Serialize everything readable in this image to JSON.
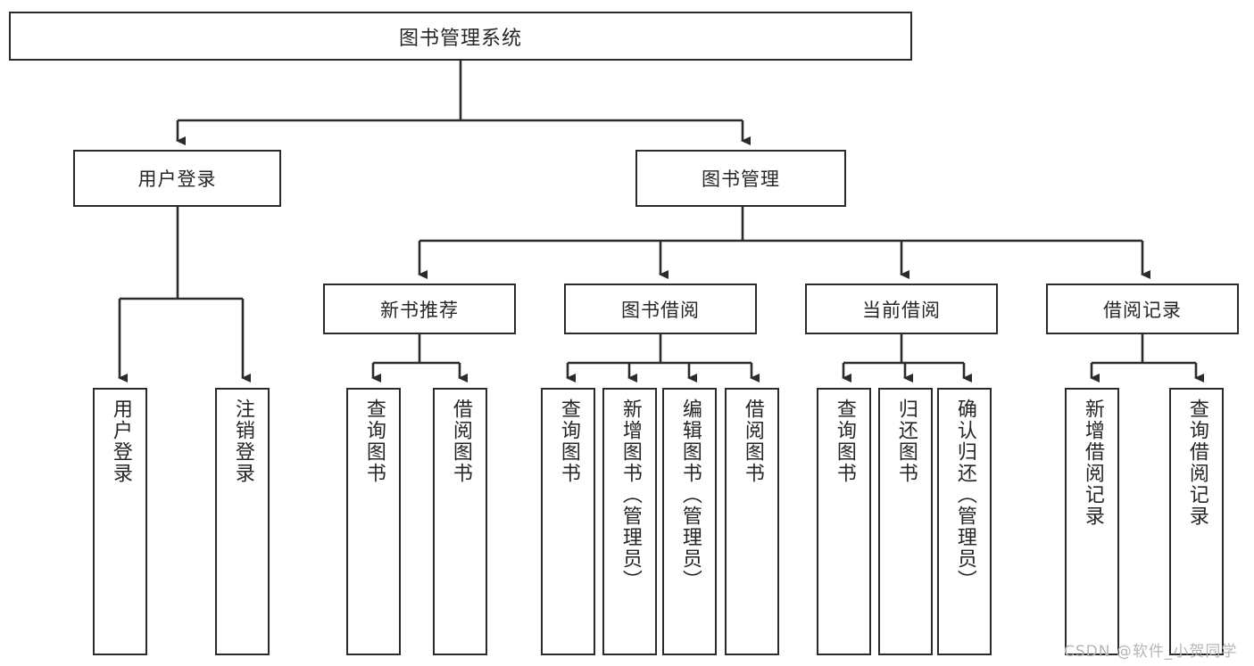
{
  "diagram": {
    "type": "tree",
    "title_node": "图书管理系统",
    "watermark": "CSDN @软件_小贺同学",
    "colors": {
      "stroke": "#2b2b2b",
      "fill": "#ffffff",
      "text": "#262626",
      "watermark": "#b5b5b5"
    },
    "root": {
      "label": "图书管理系统"
    },
    "level2": [
      {
        "label": "用户登录"
      },
      {
        "label": "图书管理"
      }
    ],
    "level3": [
      {
        "label": "新书推荐"
      },
      {
        "label": "图书借阅"
      },
      {
        "label": "当前借阅"
      },
      {
        "label": "借阅记录"
      }
    ],
    "leaves": {
      "user_login": [
        {
          "label": "用户登录"
        },
        {
          "label": "注销登录"
        }
      ],
      "new_book": [
        {
          "label": "查询图书"
        },
        {
          "label": "借阅图书"
        }
      ],
      "borrow": [
        {
          "label": "查询图书"
        },
        {
          "label": "新增图书（管理员）"
        },
        {
          "label": "编辑图书（管理员）"
        },
        {
          "label": "借阅图书"
        }
      ],
      "current": [
        {
          "label": "查询图书"
        },
        {
          "label": "归还图书"
        },
        {
          "label": "确认归还（管理员）"
        }
      ],
      "records": [
        {
          "label": "新增借阅记录"
        },
        {
          "label": "查询借阅记录"
        }
      ]
    }
  }
}
